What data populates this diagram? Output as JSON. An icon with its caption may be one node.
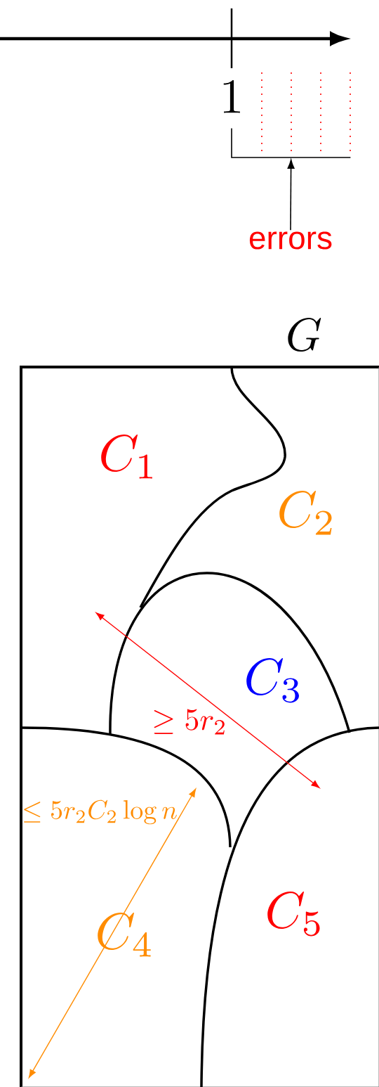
{
  "diagram": {
    "nodes": [
      {
        "text": [
          "errors"
        ]
      },
      {
        "text": [
          "G"
        ]
      },
      {
        "text": [],
        "shape": "bracket"
      }
    ],
    "edges": [
      {
        "from": 0,
        "to": 2,
        "arrow": "to"
      }
    ],
    "labels": [
      "1",
      "C_1",
      "C_2",
      "C_3",
      "\\geq 5r_2",
      "\\leq 5r_2C_2\\log n",
      "C_4",
      "C_5"
    ]
  }
}
